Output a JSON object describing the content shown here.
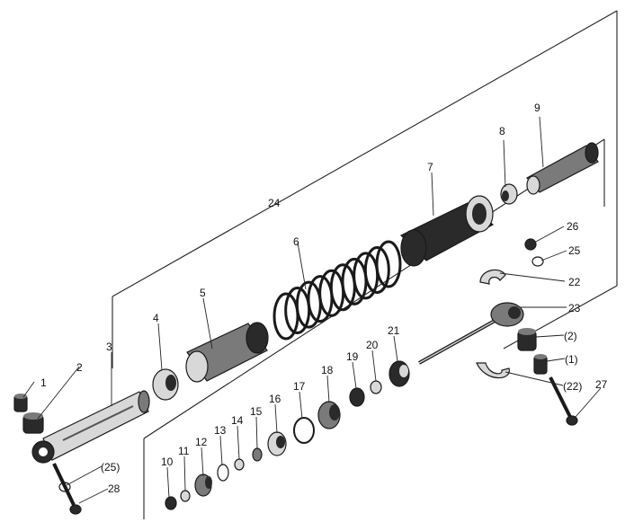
{
  "labels": {
    "p1": "1",
    "p2": "2",
    "p3": "3",
    "p4": "4",
    "p5": "5",
    "p6": "6",
    "p7": "7",
    "p8": "8",
    "p9": "9",
    "p10": "10",
    "p11": "11",
    "p12": "12",
    "p13": "13",
    "p14": "14",
    "p15": "15",
    "p16": "16",
    "p17": "17",
    "p18": "18",
    "p19": "19",
    "p20": "20",
    "p21": "21",
    "p22a": "22",
    "p22b": "(22)",
    "p23": "23",
    "p24": "24",
    "p25a": "25",
    "p25b": "(25)",
    "p26": "26",
    "p27": "27",
    "p28": "28",
    "p2b": "(2)",
    "p1b": "(1)"
  }
}
